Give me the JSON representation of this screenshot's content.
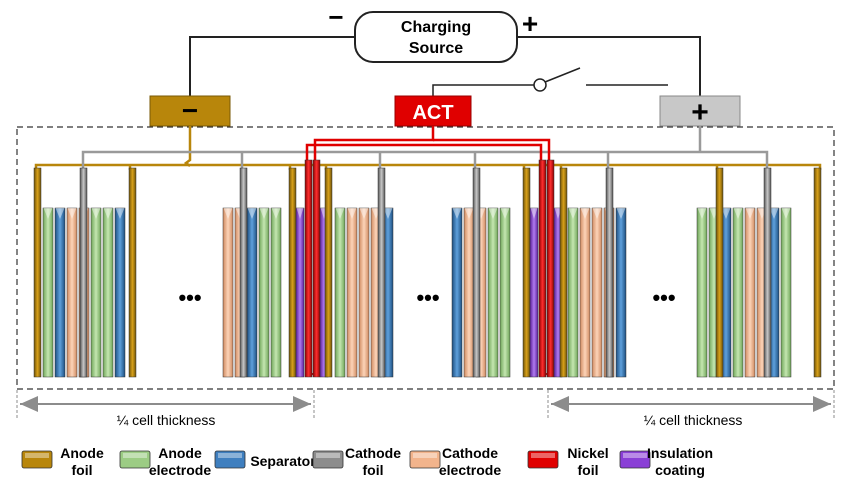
{
  "source": {
    "line1": "Charging",
    "line2": "Source",
    "minus": "−",
    "plus": "+"
  },
  "terminals": {
    "negative": "−",
    "act": "ACT",
    "positive": "+"
  },
  "ellipses": [
    "•••",
    "•••",
    "•••"
  ],
  "dimensions": {
    "left": "¼ cell thickness",
    "right": "¼ cell thickness"
  },
  "legend": [
    {
      "l1": "Anode",
      "l2": "foil",
      "color": "#b8860b"
    },
    {
      "l1": "Anode",
      "l2": "electrode",
      "color": "#9ccc84"
    },
    {
      "l1": "Separator",
      "l2": "",
      "color": "#3f7fbf"
    },
    {
      "l1": "Cathode",
      "l2": "foil",
      "color": "#8c8c8c"
    },
    {
      "l1": "Cathode",
      "l2": "electrode",
      "color": "#f2b48c"
    },
    {
      "l1": "Nickel",
      "l2": "foil",
      "color": "#e00000"
    },
    {
      "l1": "Insulation",
      "l2": "coating",
      "color": "#8a3fd6"
    }
  ],
  "colors": {
    "anode_foil": "#b8860b",
    "anode_electrode": "#9ccc84",
    "separator": "#3f7fbf",
    "cathode_foil": "#8c8c8c",
    "cathode_electrode": "#f2b48c",
    "nickel": "#e00000",
    "insulation": "#8a3fd6"
  }
}
